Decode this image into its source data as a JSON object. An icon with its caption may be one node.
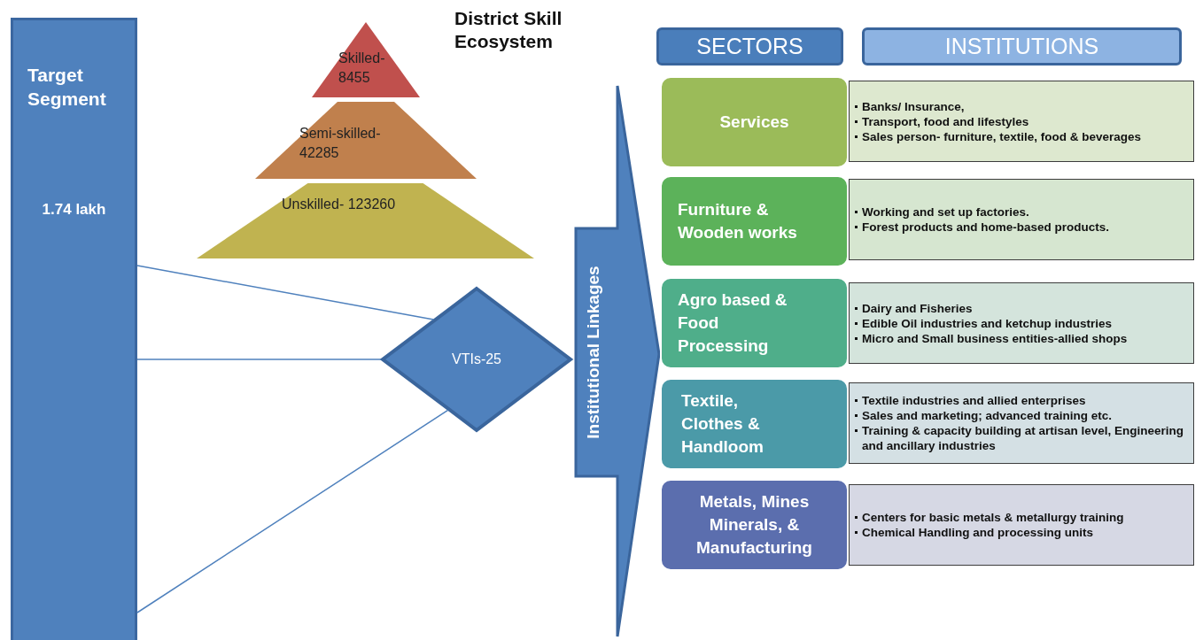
{
  "diagram": {
    "title": "District Skill Ecosystem",
    "nodes": [
      {
        "text": [
          "Target Segment",
          "1.74 lakh"
        ]
      },
      {
        "text": [
          "Skilled- 8455"
        ]
      },
      {
        "text": [
          "Semi-skilled- 42285"
        ]
      },
      {
        "text": [
          "Unskilled- 123260"
        ]
      },
      {
        "text": [
          "VTIs-25"
        ]
      },
      {
        "text": [
          "Institutional Linkages"
        ]
      },
      {
        "text": [
          "SECTORS"
        ]
      },
      {
        "text": [
          "INSTITUTIONS"
        ]
      },
      {
        "text": [
          "Services"
        ]
      },
      {
        "text": [
          "Banks/ Insurance,",
          "Transport, food and lifestyles",
          "Sales person- furniture, textile, food & beverages"
        ]
      },
      {
        "text": [
          "Furniture & Wooden works"
        ]
      },
      {
        "text": [
          "Working and set up factories.",
          "Forest products and home-based products."
        ]
      },
      {
        "text": [
          "Agro based & Food Processing"
        ]
      },
      {
        "text": [
          "Dairy and Fisheries",
          "Edible Oil industries and ketchup industries",
          "Micro and Small business entities-allied shops"
        ]
      },
      {
        "text": [
          "Textile, Clothes & Handloom"
        ]
      },
      {
        "text": [
          "Textile industries and allied enterprises",
          "Sales and marketing; advanced training etc.",
          "Training & capacity building at artisan level, Engineering and ancillary industries"
        ]
      },
      {
        "text": [
          "Metals, Mines Minerals, & Manufacturing"
        ]
      },
      {
        "text": [
          "Centers for basic metals & metallurgy training",
          "Chemical Handling and processing units"
        ]
      }
    ],
    "edges": [
      {
        "from": 0,
        "to": 4,
        "arrow": "none"
      },
      {
        "from": 0,
        "to": 4,
        "arrow": "none"
      },
      {
        "from": 0,
        "to": 4,
        "arrow": "none"
      }
    ]
  }
}
